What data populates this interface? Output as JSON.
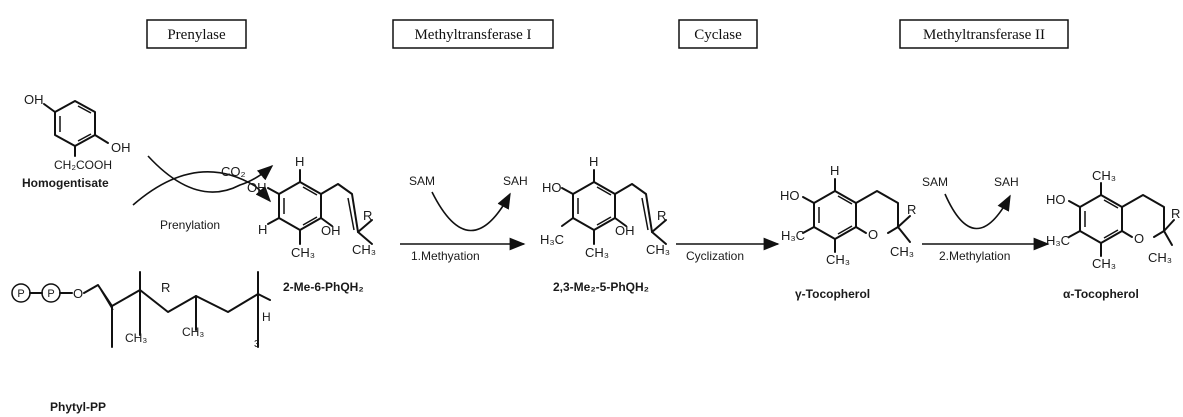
{
  "enzymes": {
    "prenylase": "Prenylase",
    "mt1": "Methyltransferase I",
    "cyclase": "Cyclase",
    "mt2": "Methyltransferase II"
  },
  "compounds": {
    "homogentisate": "Homogentisate",
    "phytylpp": "Phytyl-PP",
    "c1": "2-Me-6-PhQH₂",
    "c2": "2,3-Me₂-5-PhQH₂",
    "c3": "γ-Tocopherol",
    "c4": "α-Tocopherol"
  },
  "steps": {
    "prenylation": "Prenylation",
    "methylation1": "1.Methyation",
    "cyclization": "Cyclization",
    "methylation2": "2.Methylation"
  },
  "cofactors": {
    "sam1": "SAM",
    "sah1": "SAH",
    "sam2": "SAM",
    "sah2": "SAH",
    "co2": "CO₂"
  },
  "atoms": {
    "oh": "OH",
    "ho": "HO",
    "h": "H",
    "r": "R",
    "ch3": "CH₃",
    "h3c": "H₃C",
    "o": "O",
    "p": "P",
    "ch2cooh": "CH₂COOH",
    "sub3": "3"
  }
}
